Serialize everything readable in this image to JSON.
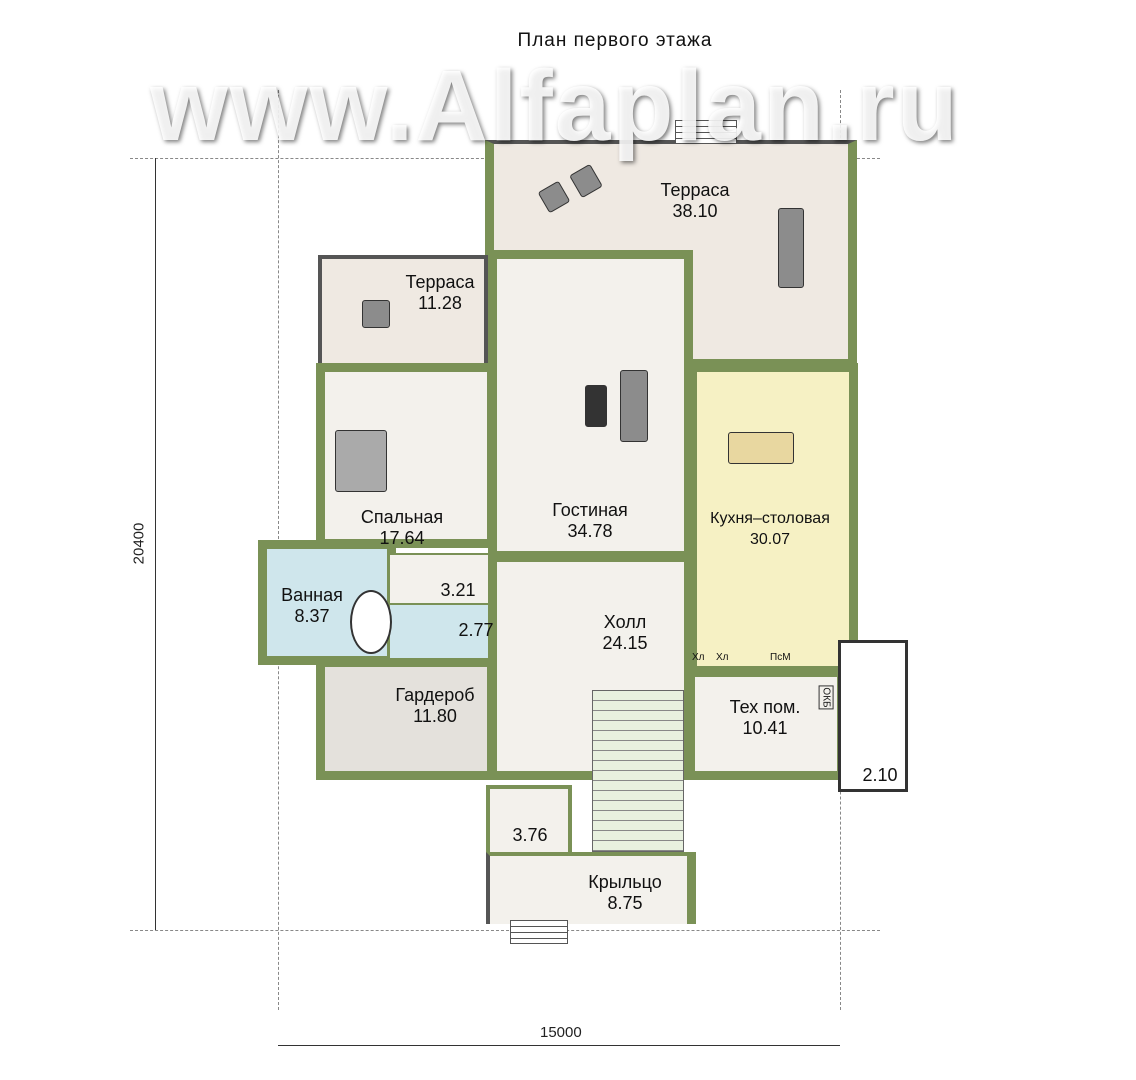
{
  "title": "План первого этажа",
  "dimensions": {
    "height": "20400",
    "width": "15000"
  },
  "rooms": {
    "terrace_large": {
      "name": "Терраса",
      "area": "38.10"
    },
    "terrace_small": {
      "name": "Терраса",
      "area": "11.28"
    },
    "living": {
      "name": "Гостиная",
      "area": "34.78"
    },
    "bedroom": {
      "name": "Спальная",
      "area": "17.64"
    },
    "kitchen": {
      "name": "Кухня–столовая",
      "area": "30.07"
    },
    "bathroom": {
      "name": "Ванная",
      "area": "8.37"
    },
    "storage": {
      "area": "3.21"
    },
    "wc": {
      "area": "2.77"
    },
    "hall": {
      "name": "Холл",
      "area": "24.15"
    },
    "wardrobe": {
      "name": "Гардероб",
      "area": "11.80"
    },
    "tech": {
      "name": "Тех пом.",
      "area": "10.41"
    },
    "vestibule_side": {
      "area": "2.10"
    },
    "vestibule": {
      "area": "3.76"
    },
    "porch": {
      "name": "Крыльцо",
      "area": "8.75"
    }
  },
  "appliances": {
    "fridge1": "Хл",
    "fridge2": "Хл",
    "dishwasher": "ПсМ",
    "boiler": "ОКБ"
  },
  "colors": {
    "wall": "#7a9156",
    "terrace": "#efe9e2",
    "kitchen": "#f6f1c4",
    "bath": "#cfe6ec",
    "floor": "#f3f1ec"
  },
  "watermark": "www.Alfaplan.ru"
}
